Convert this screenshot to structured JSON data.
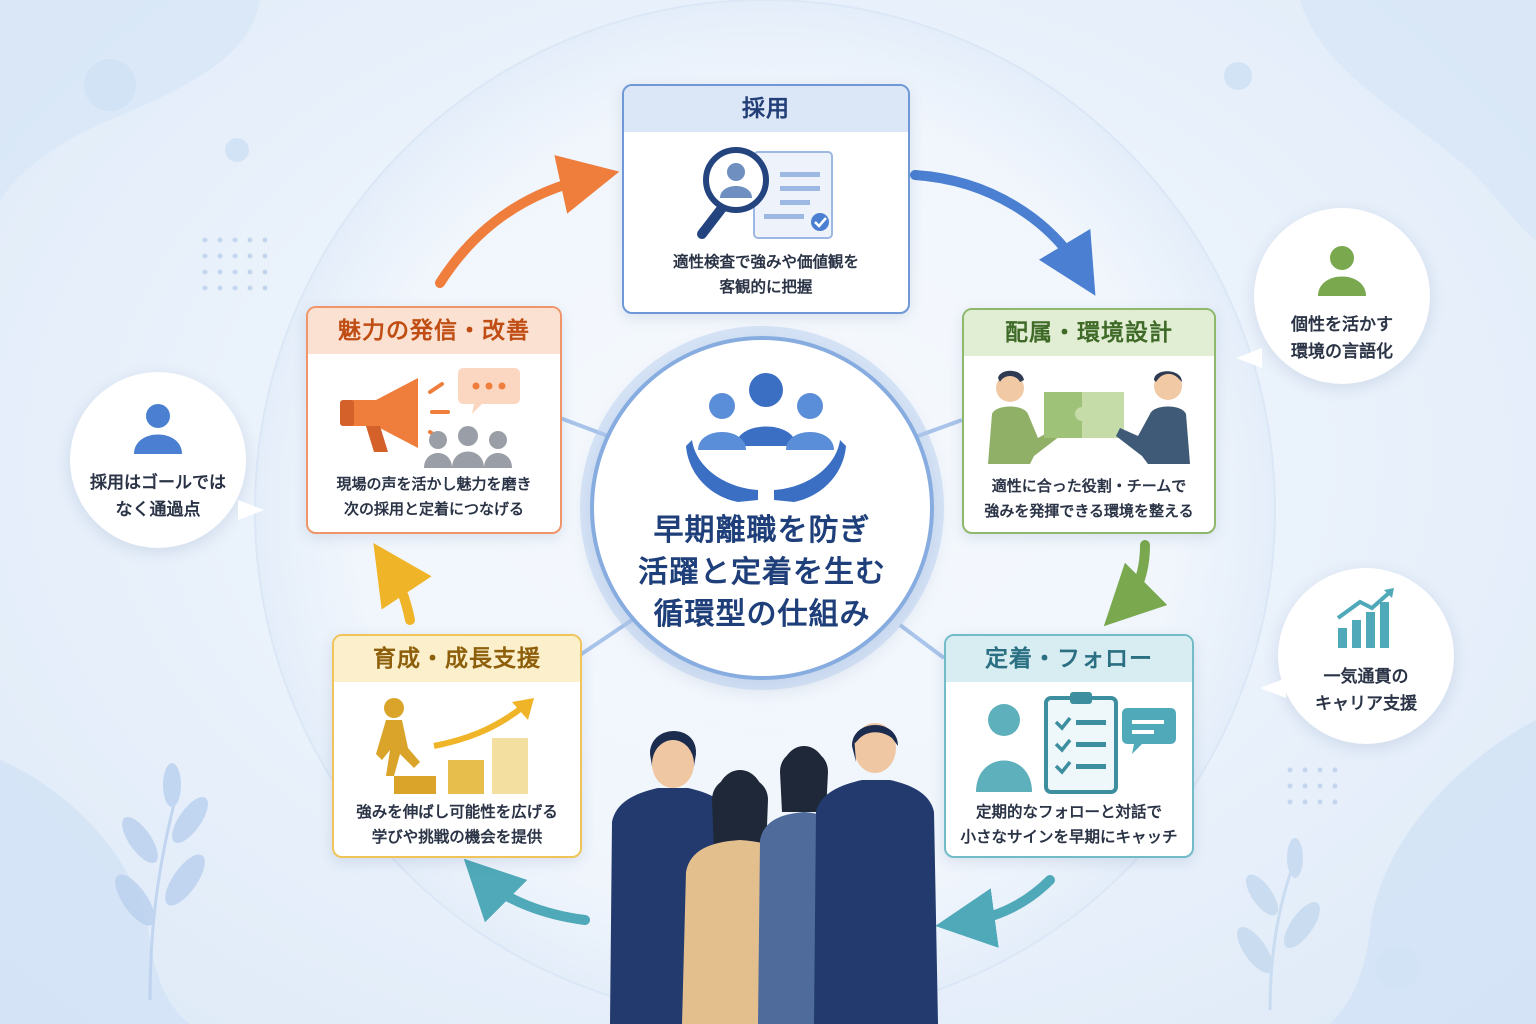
{
  "center": {
    "lines": [
      "早期離職を防ぎ",
      "活躍と定着を生む",
      "循環型の仕組み"
    ],
    "icon": "team-in-hands-icon"
  },
  "stages": {
    "recruit": {
      "title": "採用",
      "text": [
        "適性検査で強みや価値観を",
        "客観的に把握"
      ],
      "icon": "magnifier-profile-icon",
      "color": "#3a62ad"
    },
    "placement": {
      "title": "配属・環境設計",
      "text": [
        "適性に合った役割・チームで",
        "強みを発揮できる環境を整える"
      ],
      "icon": "puzzle-handshake-icon",
      "color": "#4d7a34"
    },
    "retention": {
      "title": "定着・フォロー",
      "text": [
        "定期的なフォローと対話で",
        "小さなサインを早期にキャッチ"
      ],
      "icon": "checklist-chat-icon",
      "color": "#2f7f93"
    },
    "growth": {
      "title": "育成・成長支援",
      "text": [
        "強みを伸ばし可能性を広げる",
        "学びや挑戦の機会を提供"
      ],
      "icon": "stairs-growth-icon",
      "color": "#9a6a10"
    },
    "appeal": {
      "title": "魅力の発信・改善",
      "text": [
        "現場の声を活かし魅力を磨き",
        "次の採用と定着につなげる"
      ],
      "icon": "megaphone-icon",
      "color": "#c8591a"
    }
  },
  "bubbles": {
    "left": {
      "lines": [
        "採用はゴールでは",
        "なく通過点"
      ],
      "icon": "person-icon"
    },
    "right_top": {
      "lines": [
        "個性を活かす",
        "環境の言語化"
      ],
      "icon": "person-icon"
    },
    "right_bottom": {
      "lines": [
        "一気通貫の",
        "キャリア支援"
      ],
      "icon": "growth-chart-icon"
    }
  },
  "colors": {
    "blue": "#4a7fd1",
    "green": "#7aa84e",
    "teal": "#4fa9b8",
    "yellow": "#f0b429",
    "orange": "#ef7d3c"
  }
}
